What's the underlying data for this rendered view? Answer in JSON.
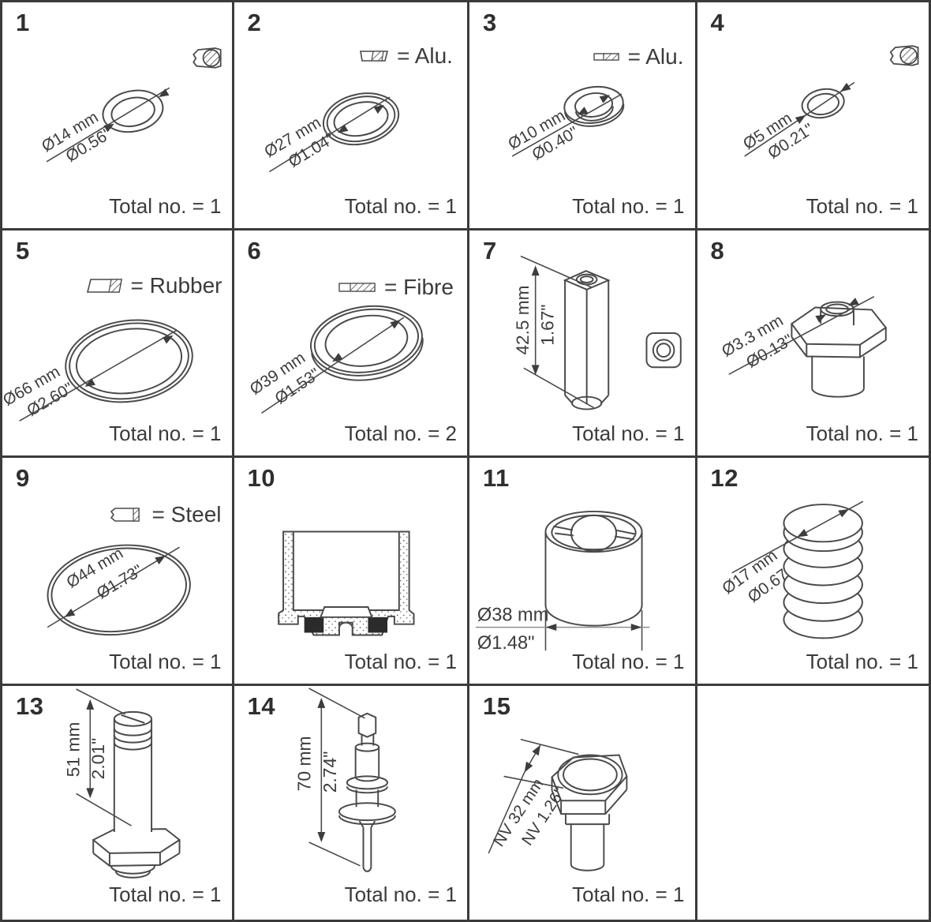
{
  "colors": {
    "line": "#4a4a4a",
    "text": "#3b3b3b",
    "grid_border": "#3b3b3b",
    "solid_fill": "#2b2b2b",
    "background": "#ffffff",
    "dim_line_gray": "#8f8f8f"
  },
  "cells": [
    {
      "number": "1",
      "corner_icon": "gasket-cross-section-icon",
      "dim_mm": "Ø14 mm",
      "dim_in": "Ø0.56\"",
      "total": "Total no. = 1"
    },
    {
      "number": "2",
      "legend_icon": "alu-cross-section-icon",
      "legend_label": "= Alu.",
      "dim_mm": "Ø27 mm",
      "dim_in": "Ø1.04\"",
      "total": "Total no. = 1"
    },
    {
      "number": "3",
      "legend_icon": "alu-cross-section-icon",
      "legend_label": "= Alu.",
      "dim_mm": "Ø10 mm",
      "dim_in": "Ø0.40\"",
      "total": "Total no. = 1"
    },
    {
      "number": "4",
      "corner_icon": "gasket-cross-section-icon",
      "dim_mm": "Ø5 mm",
      "dim_in": "Ø0.21\"",
      "total": "Total no. = 1"
    },
    {
      "number": "5",
      "legend_icon": "rubber-cross-section-icon",
      "legend_label": "= Rubber",
      "dim_mm": "Ø66 mm",
      "dim_in": "Ø2.60\"",
      "total": "Total no. = 1"
    },
    {
      "number": "6",
      "legend_icon": "fibre-cross-section-icon",
      "legend_label": "= Fibre",
      "dim_mm": "Ø39 mm",
      "dim_in": "Ø1.53\"",
      "total": "Total no. = 2"
    },
    {
      "number": "7",
      "dim_mm": "42.5 mm",
      "dim_in": "1.67\"",
      "total": "Total no. = 1"
    },
    {
      "number": "8",
      "dim_mm": "Ø3.3 mm",
      "dim_in": "Ø0.13\"",
      "total": "Total no. = 1"
    },
    {
      "number": "9",
      "legend_icon": "steel-cross-section-icon",
      "legend_label": "= Steel",
      "dim_mm": "Ø44 mm",
      "dim_in": "Ø1.73\"",
      "total": "Total no. = 1"
    },
    {
      "number": "10",
      "total": "Total no. = 1"
    },
    {
      "number": "11",
      "dim_mm": "Ø38 mm",
      "dim_in": "Ø1.48\"",
      "total": "Total no. = 1"
    },
    {
      "number": "12",
      "dim_mm": "Ø17 mm",
      "dim_in": "Ø0.67",
      "total": "Total no. = 1"
    },
    {
      "number": "13",
      "dim_mm": "51 mm",
      "dim_in": "2.01\"",
      "total": "Total no. = 1"
    },
    {
      "number": "14",
      "dim_mm": "70 mm",
      "dim_in": "2.74\"",
      "total": "Total no. = 1"
    },
    {
      "number": "15",
      "dim_mm": "NV 32 mm",
      "dim_in": "NV 1.26\"",
      "total": "Total no. = 1"
    }
  ]
}
